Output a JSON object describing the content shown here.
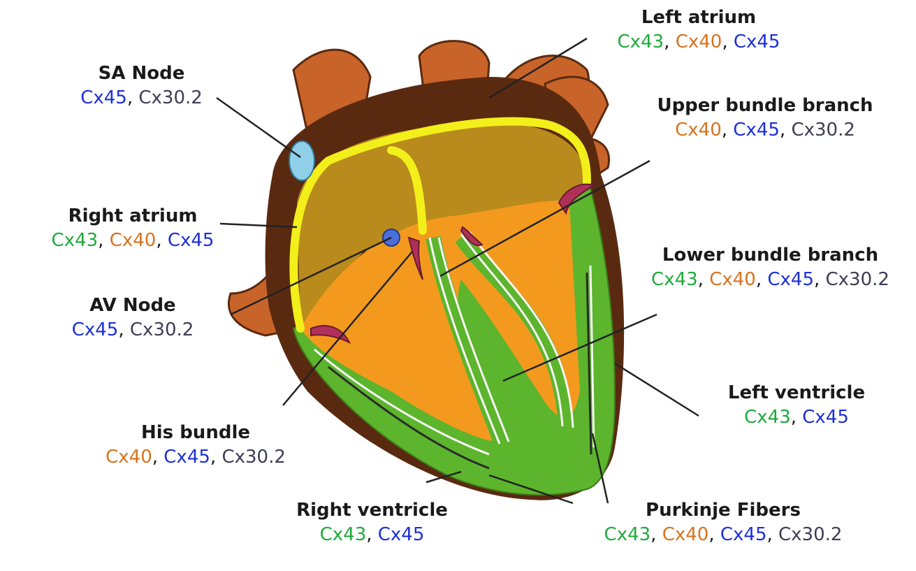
{
  "colors": {
    "Cx43": "#1faa3c",
    "Cx40": "#d8731e",
    "Cx45": "#1c2fd8",
    "Cx30.2": "#3d3d56",
    "heart_outer": "#c8642a",
    "heart_wall": "#5a2a10",
    "atria_fill": "#b98a1c",
    "ventricle_fill": "#f39a1e",
    "conduction": "#f2ef1a",
    "ventricle_wall": "#5cb52c",
    "sa_node": "#8fd0e8",
    "av_node": "#4a6fd8",
    "valve": "#b0305a"
  },
  "labels": [
    {
      "id": "sa-node",
      "name": "SA Node",
      "connexins": [
        "Cx45",
        "Cx30.2"
      ]
    },
    {
      "id": "left-atrium",
      "name": "Left atrium",
      "connexins": [
        "Cx43",
        "Cx40",
        "Cx45"
      ]
    },
    {
      "id": "upper-bundle-branch",
      "name": "Upper bundle branch",
      "connexins": [
        "Cx40",
        "Cx45",
        "Cx30.2"
      ]
    },
    {
      "id": "right-atrium",
      "name": "Right atrium",
      "connexins": [
        "Cx43",
        "Cx40",
        "Cx45"
      ]
    },
    {
      "id": "lower-bundle-branch",
      "name": "Lower bundle branch",
      "connexins": [
        "Cx43",
        "Cx40",
        "Cx45",
        "Cx30.2"
      ]
    },
    {
      "id": "av-node",
      "name": "AV Node",
      "connexins": [
        "Cx45",
        "Cx30.2"
      ]
    },
    {
      "id": "left-ventricle",
      "name": "Left ventricle",
      "connexins": [
        "Cx43",
        "Cx45"
      ]
    },
    {
      "id": "his-bundle",
      "name": "His bundle",
      "connexins": [
        "Cx40",
        "Cx45",
        "Cx30.2"
      ]
    },
    {
      "id": "right-ventricle",
      "name": "Right ventricle",
      "connexins": [
        "Cx43",
        "Cx45"
      ]
    },
    {
      "id": "purkinje-fibers",
      "name": "Purkinje Fibers",
      "connexins": [
        "Cx43",
        "Cx40",
        "Cx45",
        "Cx30.2"
      ]
    }
  ]
}
